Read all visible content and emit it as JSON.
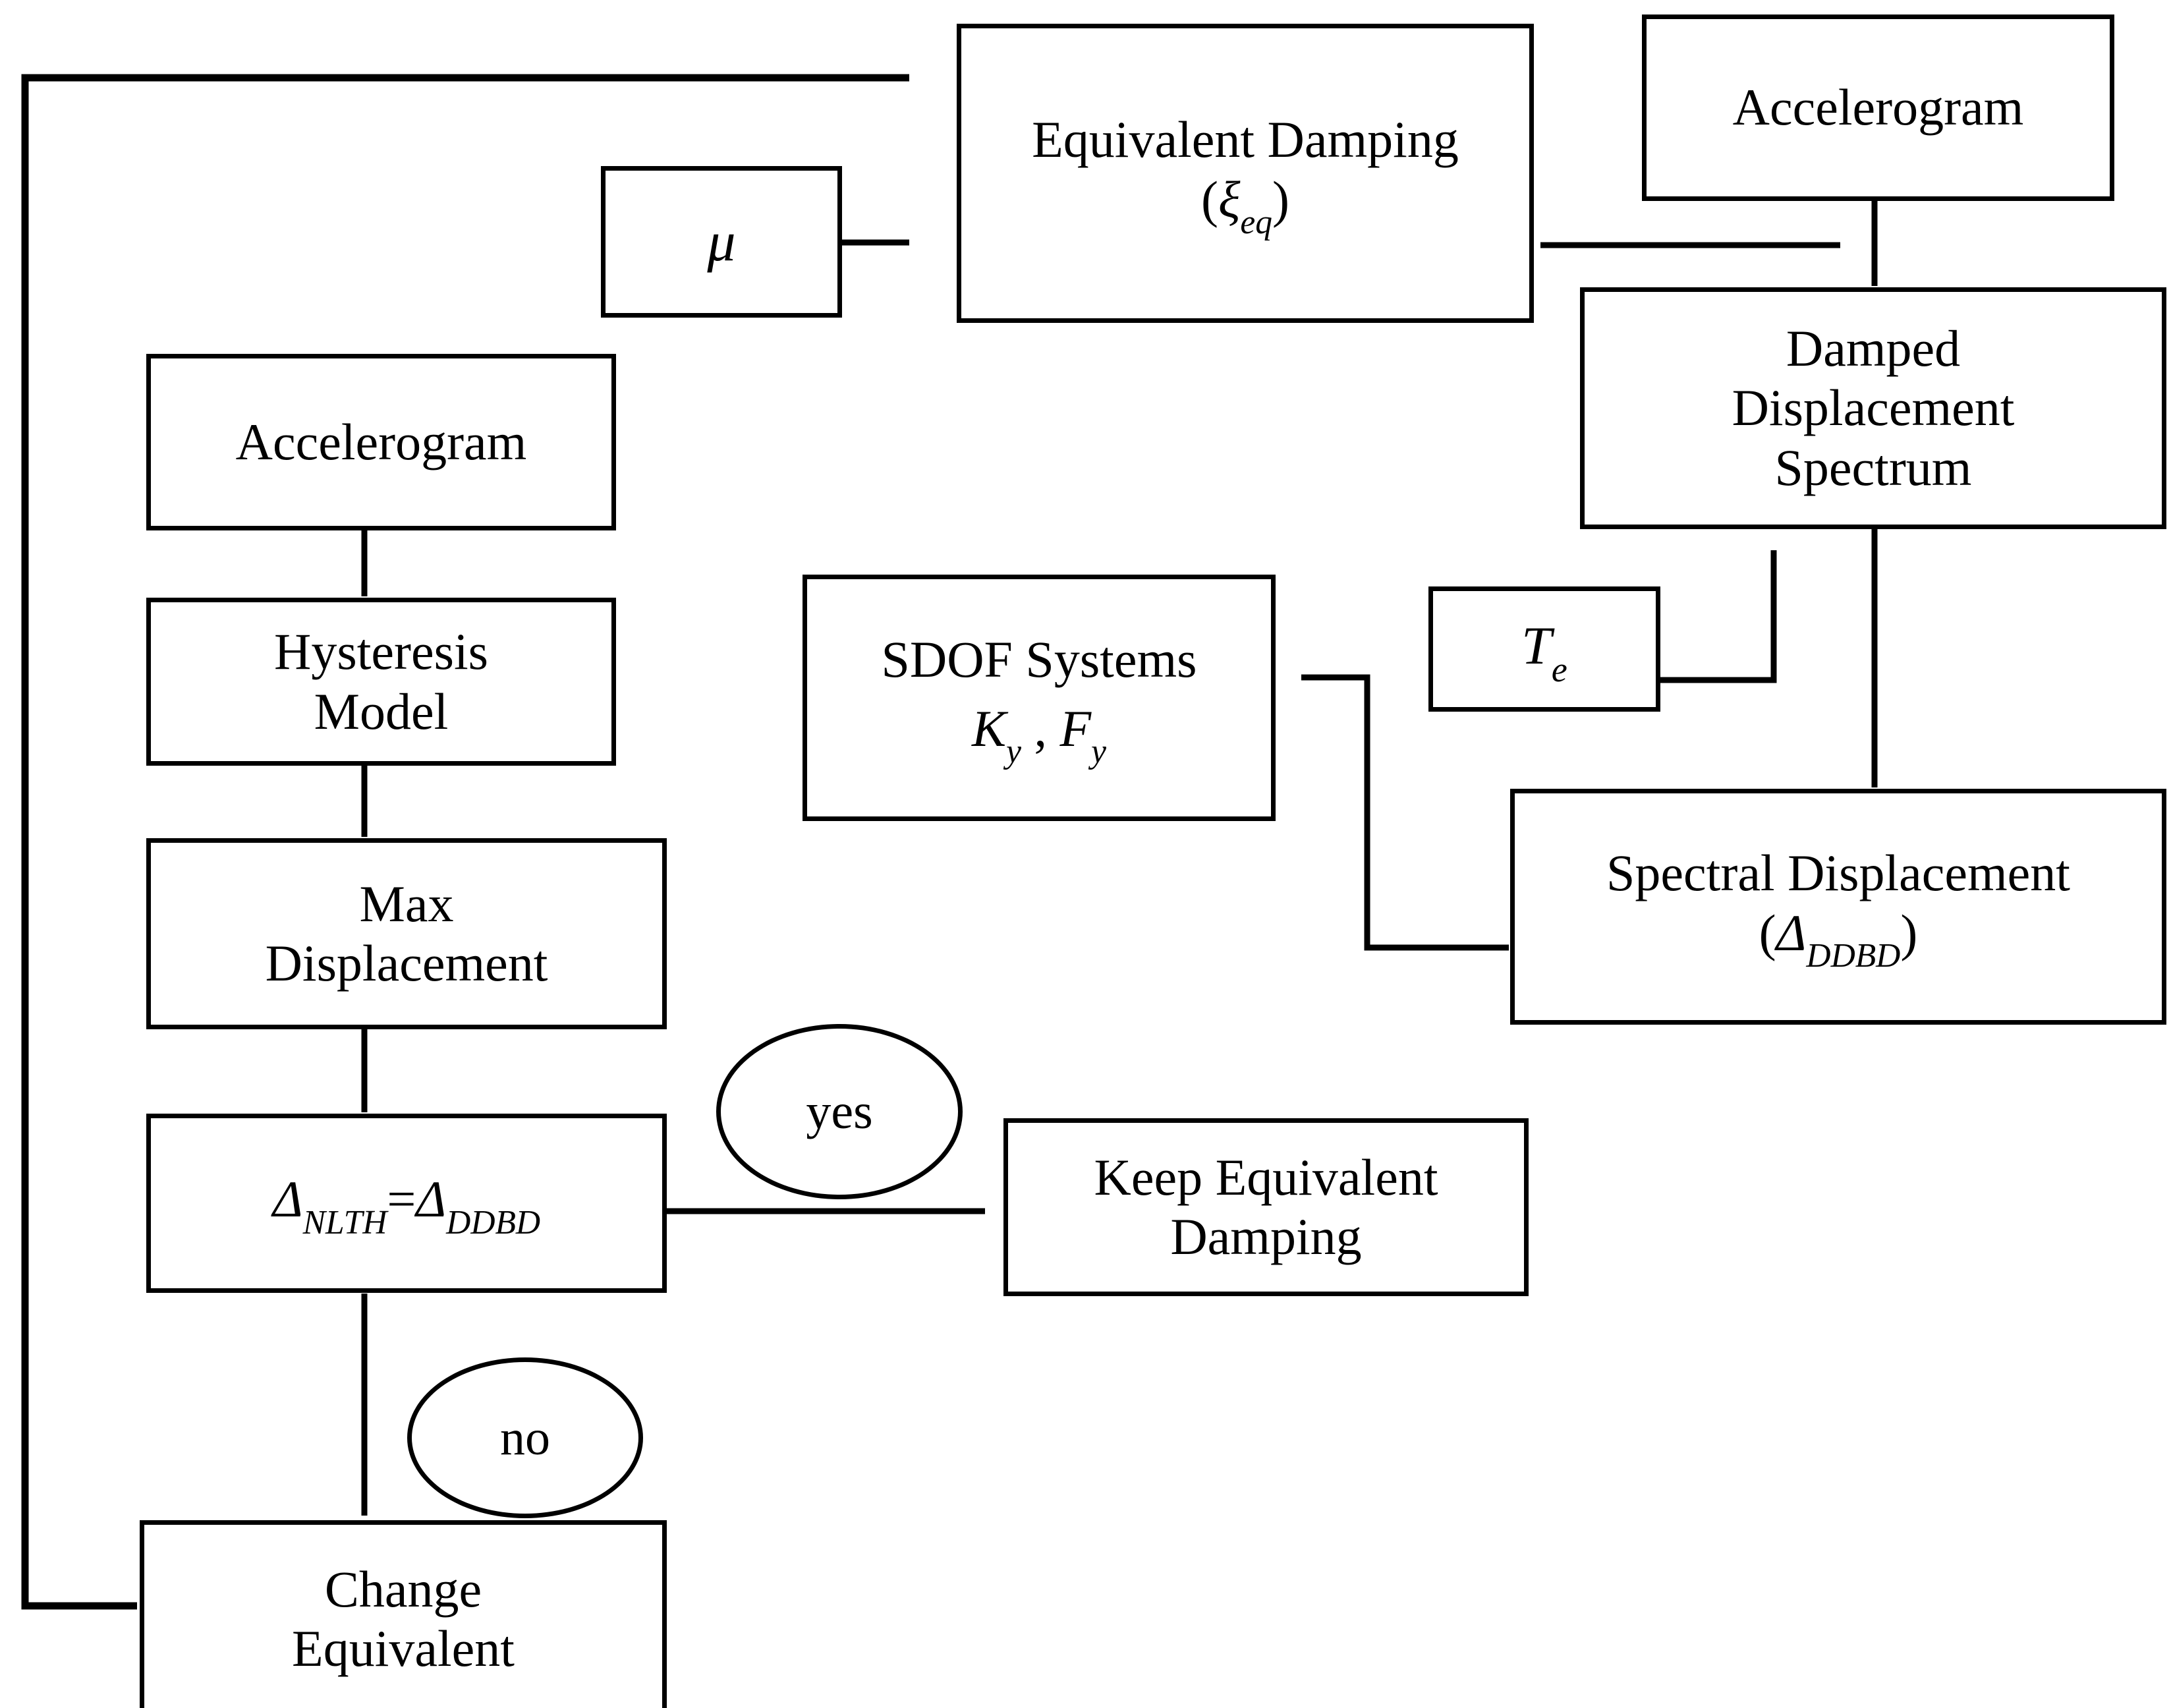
{
  "diagram": {
    "title": "Iterative equivalent damping calibration flowchart",
    "background_color": "#ffffff",
    "stroke_color": "#000000"
  },
  "nodes": {
    "equivalent_damping": {
      "label_line1": "Equivalent Damping",
      "label_line2_prefix": "(",
      "label_line2_symbol": "ξ",
      "label_line2_sub": "eq",
      "label_line2_suffix": ")"
    },
    "mu": {
      "label": "μ"
    },
    "accelerogram_top": {
      "label": "Accelerogram"
    },
    "damped_displacement_spectrum": {
      "label_line1": "Damped",
      "label_line2": "Displacement",
      "label_line3": "Spectrum"
    },
    "accelerogram_left": {
      "label": "Accelerogram"
    },
    "hysteresis_model": {
      "label_line1": "Hysteresis",
      "label_line2": "Model"
    },
    "sdof_systems": {
      "label_line1": "SDOF Systems",
      "label_line2_k": "K",
      "label_line2_k_sub": "y",
      "label_line2_sep": " , ",
      "label_line2_f": "F",
      "label_line2_f_sub": "y"
    },
    "te": {
      "label_symbol": "T",
      "label_sub": "e"
    },
    "spectral_displacement": {
      "label_line1": "Spectral Displacement",
      "label_line2_prefix": "(",
      "label_line2_symbol": "Δ",
      "label_line2_sub": "DDBD",
      "label_line2_suffix": ")"
    },
    "max_displacement": {
      "label_line1": "Max",
      "label_line2": "Displacement"
    },
    "comparison": {
      "symbol_left": "Δ",
      "sub_left": "NLTH",
      "operator": "=",
      "symbol_right": "Δ",
      "sub_right": "DDBD"
    },
    "keep_equivalent_damping": {
      "label_line1": "Keep Equivalent",
      "label_line2": "Damping"
    },
    "change_equivalent": {
      "label_line1": "Change",
      "label_line2": "Equivalent"
    }
  },
  "decision_labels": {
    "yes": "yes",
    "no": "no"
  }
}
